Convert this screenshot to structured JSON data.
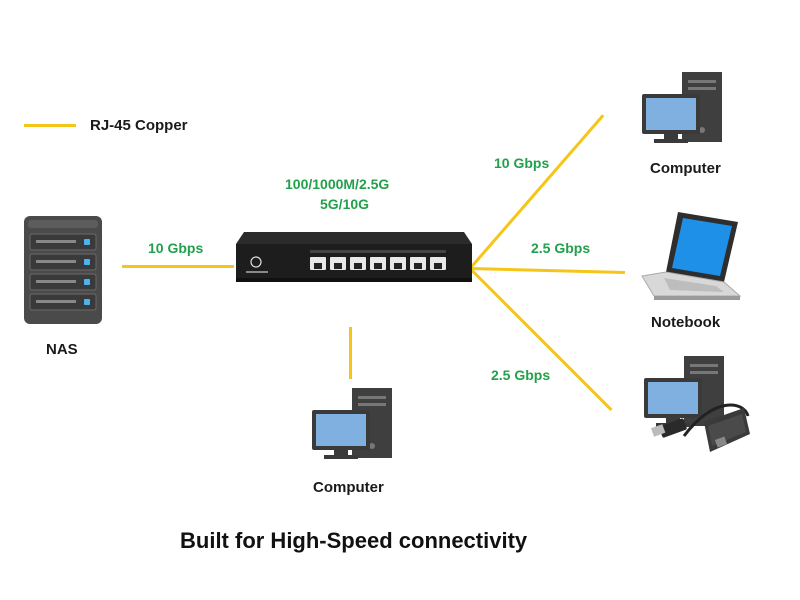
{
  "legend": {
    "label": "RJ-45 Copper",
    "line_color": "#f5c518"
  },
  "switch": {
    "speeds_line1": "100/1000M/2.5G",
    "speeds_line2": "5G/10G"
  },
  "links": {
    "nas_speed": "10 Gbps",
    "computer_top_speed": "10 Gbps",
    "notebook_speed": "2.5 Gbps",
    "adapter_speed": "2.5 Gbps"
  },
  "devices": {
    "nas_label": "NAS",
    "computer_top_label": "Computer",
    "notebook_label": "Notebook",
    "computer_bottom_label": "Computer"
  },
  "caption": "Built for High-Speed connectivity",
  "colors": {
    "speed_text": "#22a04b",
    "cable": "#f5c518",
    "screen": "#6fa8dc"
  }
}
